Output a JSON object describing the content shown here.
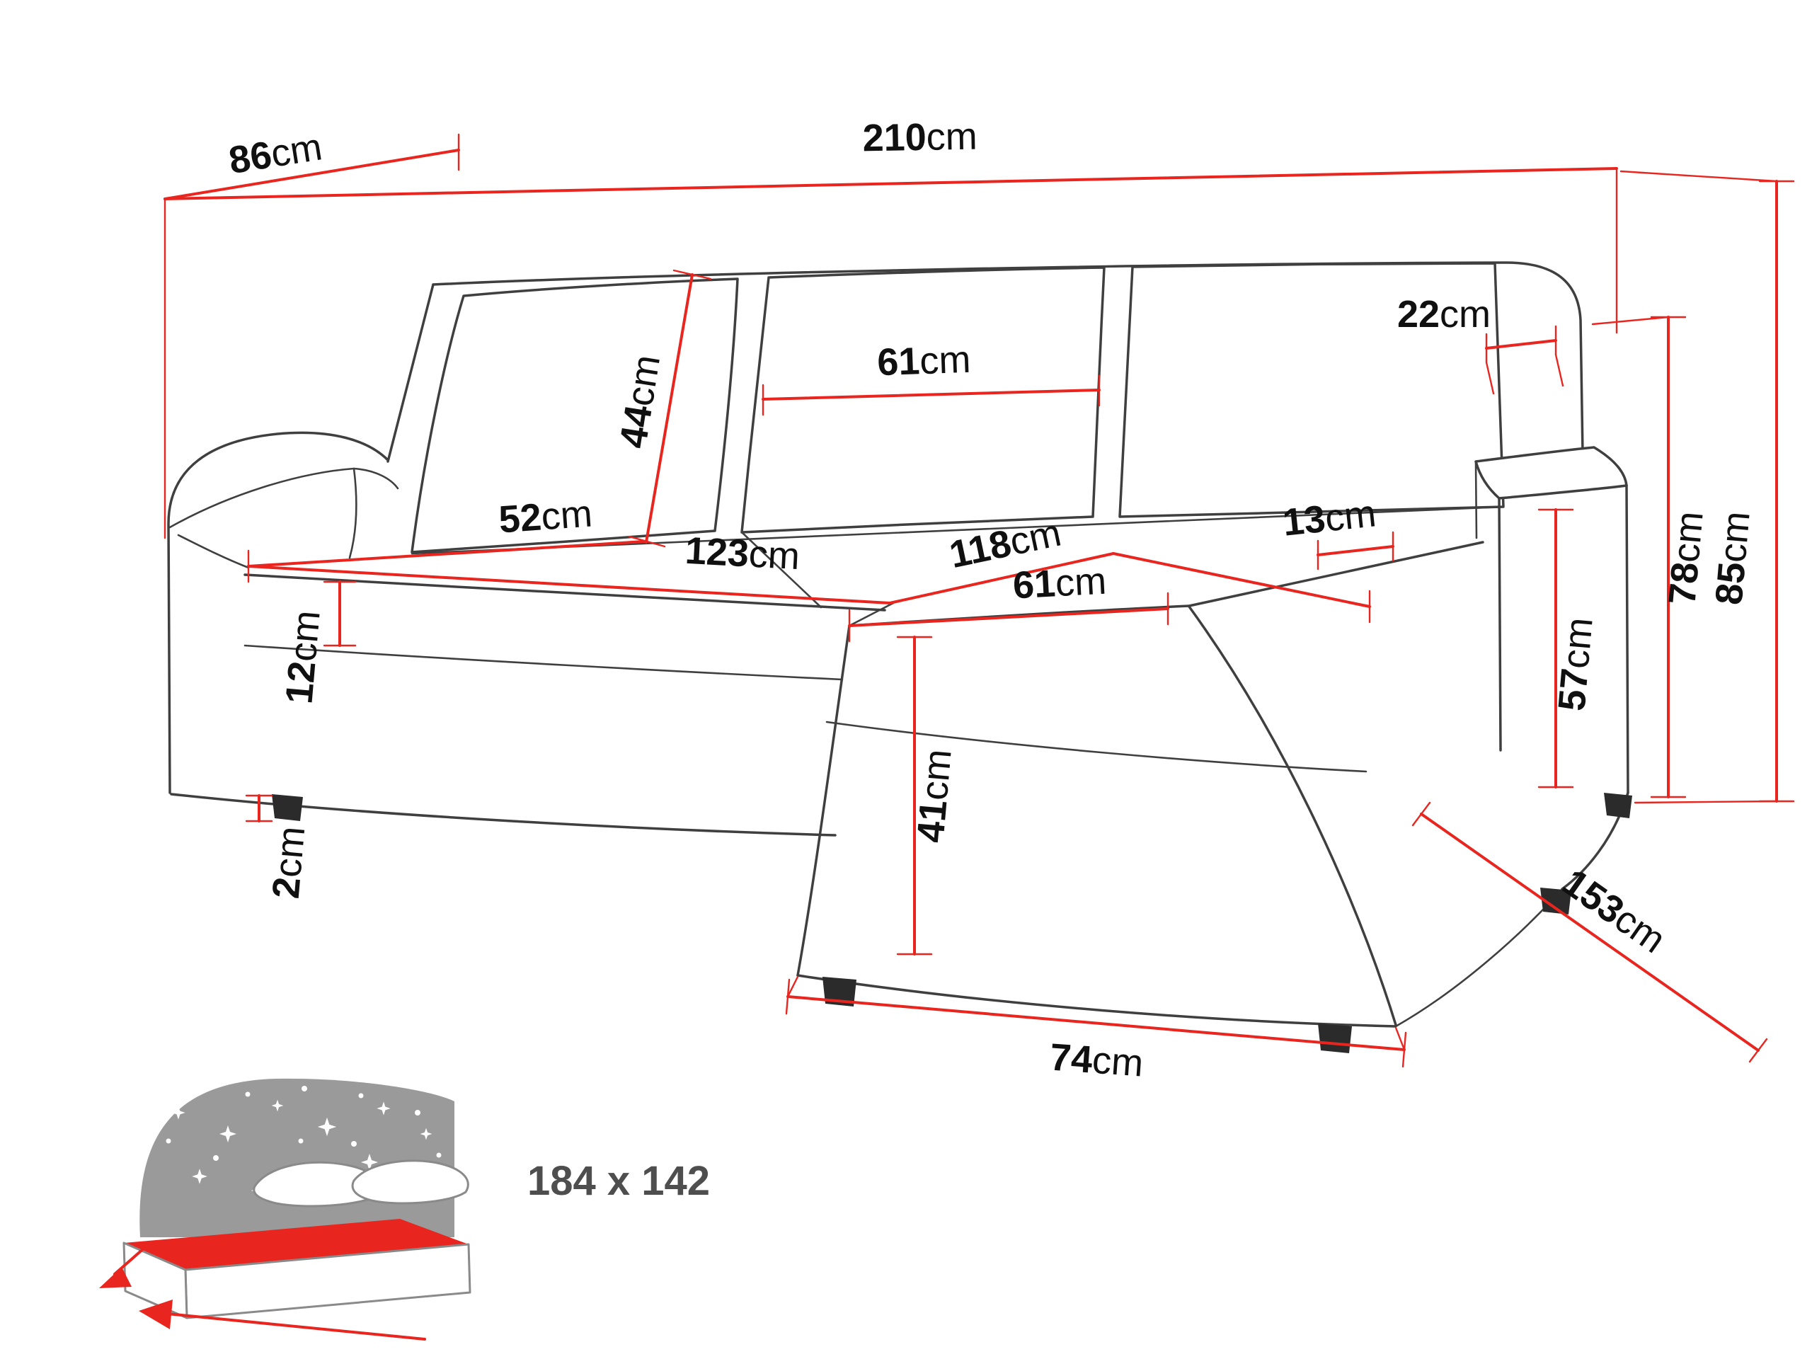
{
  "diagram": {
    "title": "corner-sofa-dimension-diagram",
    "dims": {
      "total_width": {
        "value": "210",
        "unit": "cm"
      },
      "side_depth": {
        "value": "86",
        "unit": "cm"
      },
      "back_cushion_height": {
        "value": "44",
        "unit": "cm"
      },
      "back_cushion_width": {
        "value": "61",
        "unit": "cm"
      },
      "back_top_depth": {
        "value": "22",
        "unit": "cm"
      },
      "seat_depth": {
        "value": "52",
        "unit": "cm"
      },
      "seat_width": {
        "value": "123",
        "unit": "cm"
      },
      "seat_to_corner": {
        "value": "118",
        "unit": "cm"
      },
      "armrest_top_width": {
        "value": "13",
        "unit": "cm"
      },
      "seat_cushion_height": {
        "value": "12",
        "unit": "cm"
      },
      "chaise_seat_width": {
        "value": "61",
        "unit": "cm"
      },
      "leg_height": {
        "value": "2",
        "unit": "cm"
      },
      "chaise_base_height": {
        "value": "41",
        "unit": "cm"
      },
      "armrest_height": {
        "value": "57",
        "unit": "cm"
      },
      "back_height": {
        "value": "78",
        "unit": "cm"
      },
      "total_height": {
        "value": "85",
        "unit": "cm"
      },
      "chaise_base_width": {
        "value": "74",
        "unit": "cm"
      },
      "total_depth": {
        "value": "153",
        "unit": "cm"
      }
    },
    "sleeping_area": {
      "label": "184 x 142"
    },
    "colors": {
      "dimension_red": "#e8261f",
      "outline_gray": "#3f3f3f",
      "label_black": "#101010",
      "icon_gray": "#9a9a9a"
    }
  }
}
